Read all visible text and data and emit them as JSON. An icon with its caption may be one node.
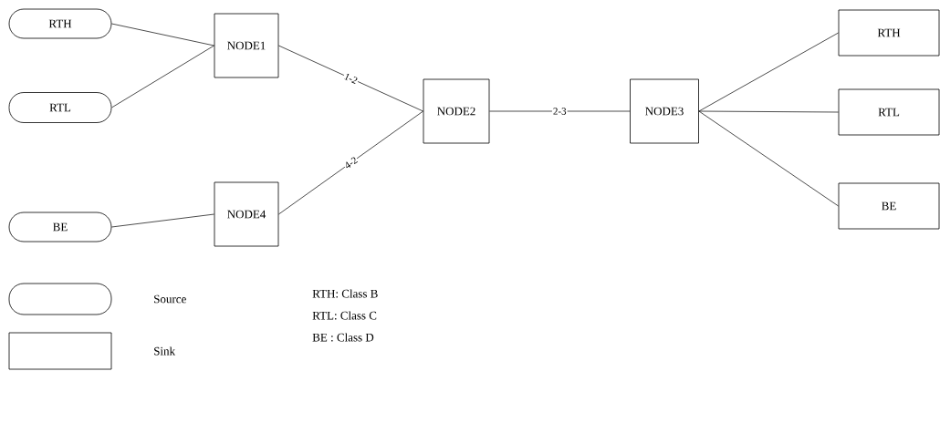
{
  "diagram": {
    "nodes": [
      {
        "text": [
          "RTH"
        ]
      },
      {
        "text": [
          "RTL"
        ]
      },
      {
        "text": [
          "BE"
        ]
      },
      {
        "text": [
          "NODE1"
        ]
      },
      {
        "text": [
          "NODE4"
        ]
      },
      {
        "text": [
          "NODE2"
        ]
      },
      {
        "text": [
          "NODE3"
        ]
      },
      {
        "text": [
          "RTH"
        ]
      },
      {
        "text": [
          "RTL"
        ]
      },
      {
        "text": [
          "BE"
        ]
      }
    ],
    "edges": [
      {
        "from": 0,
        "to": 3,
        "arrow": "none"
      },
      {
        "from": 1,
        "to": 3,
        "arrow": "none"
      },
      {
        "from": 2,
        "to": 4,
        "arrow": "none"
      },
      {
        "from": 3,
        "to": 5,
        "label": "1-2",
        "arrow": "none"
      },
      {
        "from": 4,
        "to": 5,
        "label": "4-2",
        "arrow": "none"
      },
      {
        "from": 5,
        "to": 6,
        "label": "2-3",
        "arrow": "none"
      },
      {
        "from": 6,
        "to": 7,
        "arrow": "none"
      },
      {
        "from": 6,
        "to": 8,
        "arrow": "none"
      },
      {
        "from": 6,
        "to": 9,
        "arrow": "none"
      }
    ],
    "labels": [
      "RTH: Class B",
      "RTL: Class C",
      "BE : Class D"
    ],
    "legend": [
      {
        "text": "Source"
      },
      {
        "text": "Sink"
      }
    ]
  }
}
